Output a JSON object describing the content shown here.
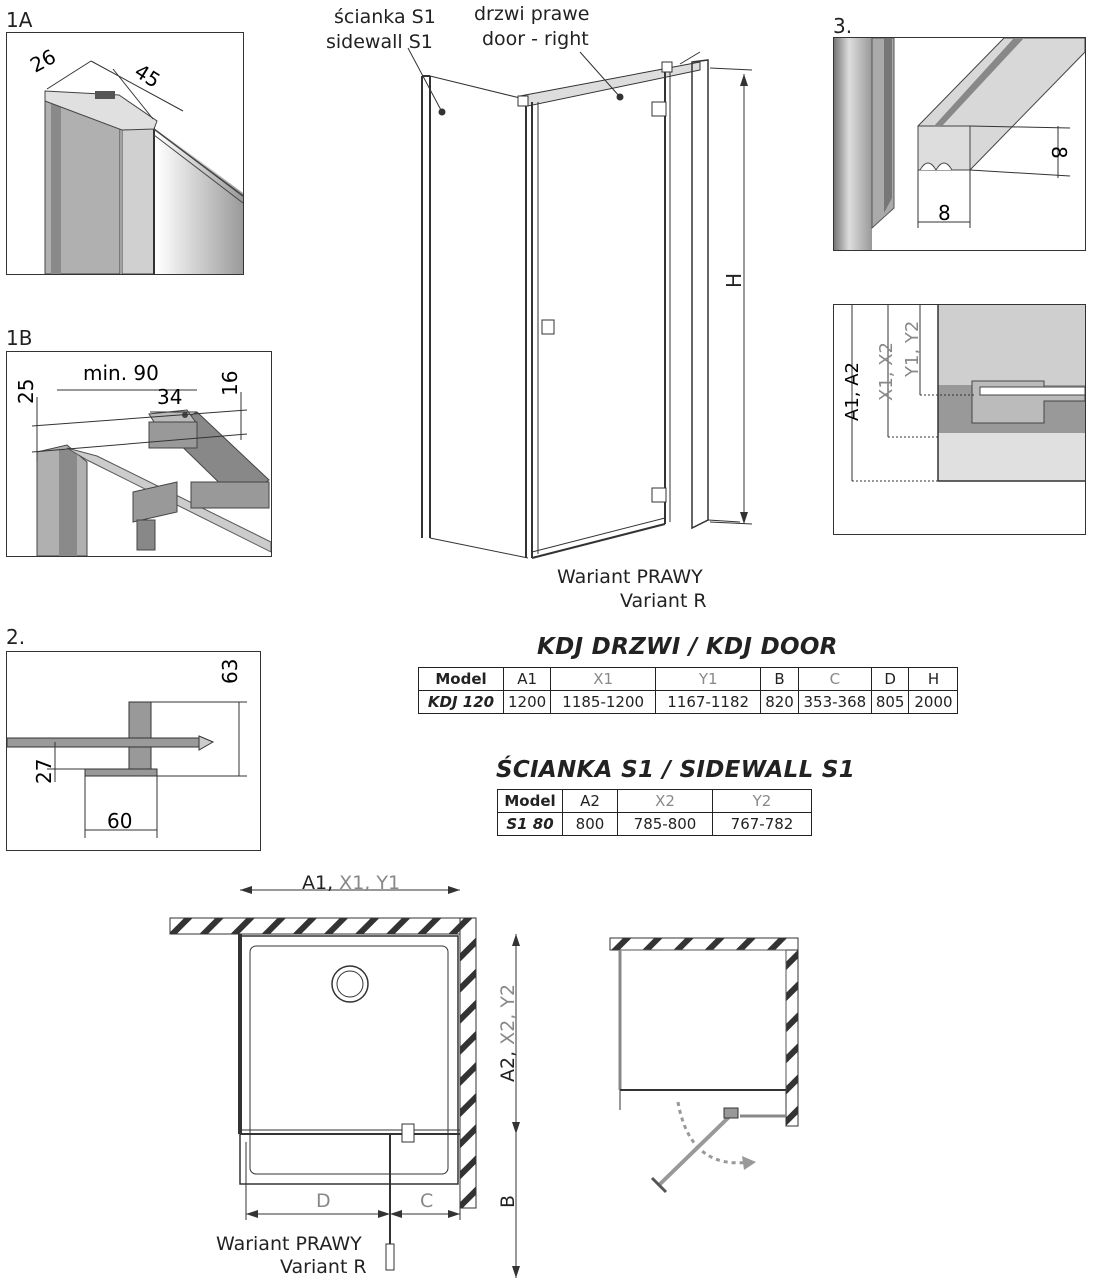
{
  "sections": {
    "s1a": "1A",
    "s1b": "1B",
    "s2": "2.",
    "s3": "3."
  },
  "detail_1a": {
    "dim_a": "26",
    "dim_b": "45"
  },
  "detail_1b": {
    "min90": "min. 90",
    "d34": "34",
    "d25": "25",
    "d16": "16"
  },
  "detail_2": {
    "d63": "63",
    "d27": "27",
    "d60": "60"
  },
  "detail_3": {
    "d8_vertical": "8",
    "d8_horizontal": "8"
  },
  "detail_4": {
    "a_label": "A1, A2",
    "x_label": "X1, X2",
    "y_label": "Y1, Y2"
  },
  "main_view": {
    "sidewall_pl": "ścianka S1",
    "sidewall_en": "sidewall S1",
    "door_pl": "drzwi prawe",
    "door_en": "door - right",
    "height_label": "H",
    "variant_pl": "Wariant PRAWY",
    "variant_en": "Variant R"
  },
  "door_table": {
    "title": "KDJ DRZWI / KDJ DOOR",
    "headers": [
      "Model",
      "A1",
      "X1",
      "Y1",
      "B",
      "C",
      "D",
      "H"
    ],
    "row": [
      "KDJ 120",
      "1200",
      "1185-1200",
      "1167-1182",
      "820",
      "353-368",
      "805",
      "2000"
    ]
  },
  "sidewall_table": {
    "title": "ŚCIANKA S1 / SIDEWALL S1",
    "headers": [
      "Model",
      "A2",
      "X2",
      "Y2"
    ],
    "row": [
      "S1 80",
      "800",
      "785-800",
      "767-782"
    ]
  },
  "plan_view": {
    "top_dim_a": "A1,",
    "top_dim_xy": " X1, Y1",
    "side_dim_a": "A2,",
    "side_dim_xy": " X2, Y2",
    "dim_b": "B",
    "dim_d": "D",
    "dim_c": "C",
    "variant_pl": "Wariant PRAWY",
    "variant_en": "Variant R"
  },
  "colors": {
    "gray_text": "#888888",
    "line": "#333333",
    "glass": "#e4e4e4",
    "profile": "#8c8c8c"
  }
}
